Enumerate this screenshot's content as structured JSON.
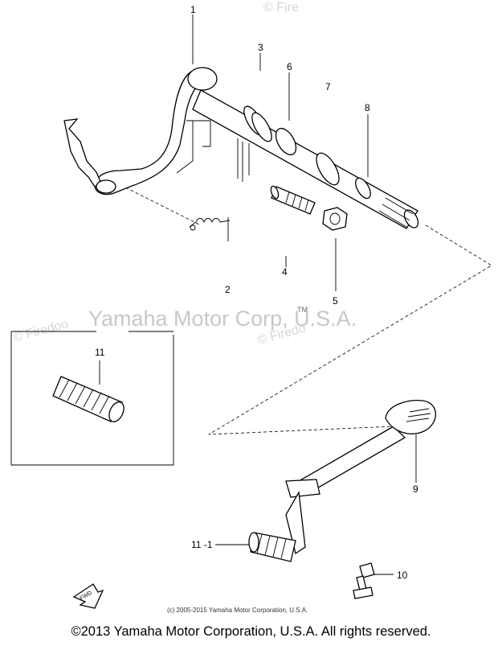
{
  "watermarks": {
    "top_right": "© Fire",
    "left_mid": "© Firedoo",
    "center_main": "Yamaha Motor Corp, U.S.A.",
    "center_right": "© Firedo",
    "trademark": "TM"
  },
  "callouts": {
    "c1": "1",
    "c2": "2",
    "c3": "3",
    "c4": "4",
    "c5": "5",
    "c6": "6",
    "c7": "7",
    "c8": "8",
    "c9": "9",
    "c10": "10",
    "c11": "11",
    "c11_1": "11 -1"
  },
  "direction_label": "FWD",
  "inner_copyright": "(c) 2005-2015 Yamaha Motor Corporation, U.S.A.",
  "copyright": "©2013 Yamaha Motor Corporation, U.S.A. All rights reserved."
}
